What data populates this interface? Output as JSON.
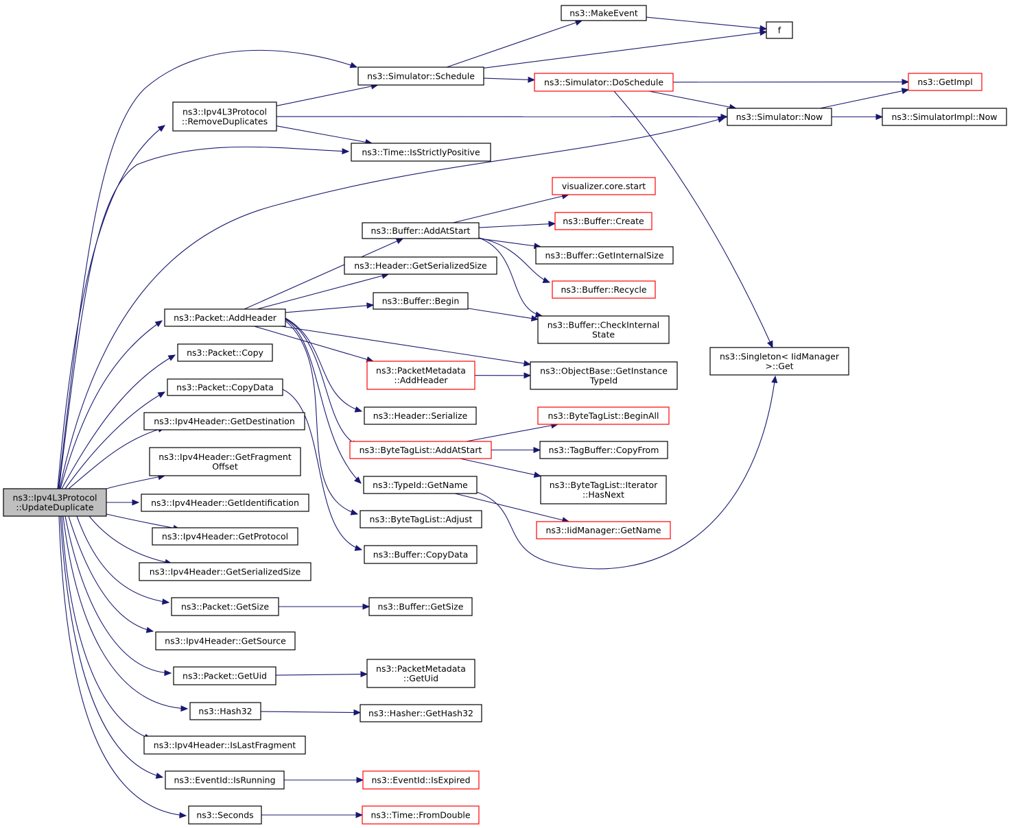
{
  "colors": {
    "edge": "#191970",
    "documented_border": "#000000",
    "undocumented_border": "#ff0000",
    "root_fill": "#bfbfbf",
    "node_fill": "#ffffff",
    "text": "#000000"
  },
  "nodes": {
    "root": {
      "lines": [
        "ns3::Ipv4L3Protocol",
        "::UpdateDuplicate"
      ],
      "kind": "root"
    },
    "makeEvent": {
      "lines": [
        "ns3::MakeEvent"
      ],
      "kind": "normal"
    },
    "f": {
      "lines": [
        "f"
      ],
      "kind": "normal"
    },
    "schedule": {
      "lines": [
        "ns3::Simulator::Schedule"
      ],
      "kind": "normal"
    },
    "doSchedule": {
      "lines": [
        "ns3::Simulator::DoSchedule"
      ],
      "kind": "red"
    },
    "getImpl": {
      "lines": [
        "ns3::GetImpl"
      ],
      "kind": "red"
    },
    "removeDup": {
      "lines": [
        "ns3::Ipv4L3Protocol",
        "::RemoveDuplicates"
      ],
      "kind": "normal"
    },
    "simNow": {
      "lines": [
        "ns3::Simulator::Now"
      ],
      "kind": "normal"
    },
    "implNow": {
      "lines": [
        "ns3::SimulatorImpl::Now"
      ],
      "kind": "normal"
    },
    "strictPos": {
      "lines": [
        "ns3::Time::IsStrictlyPositive"
      ],
      "kind": "normal"
    },
    "vizStart": {
      "lines": [
        "visualizer.core.start"
      ],
      "kind": "red"
    },
    "bufCreate": {
      "lines": [
        "ns3::Buffer::Create"
      ],
      "kind": "red"
    },
    "bufAddAtStart": {
      "lines": [
        "ns3::Buffer::AddAtStart"
      ],
      "kind": "normal"
    },
    "bufInternalSize": {
      "lines": [
        "ns3::Buffer::GetInternalSize"
      ],
      "kind": "normal"
    },
    "hdrSerSize": {
      "lines": [
        "ns3::Header::GetSerializedSize"
      ],
      "kind": "normal"
    },
    "bufRecycle": {
      "lines": [
        "ns3::Buffer::Recycle"
      ],
      "kind": "red"
    },
    "bufBegin": {
      "lines": [
        "ns3::Buffer::Begin"
      ],
      "kind": "normal"
    },
    "pktAddHeader": {
      "lines": [
        "ns3::Packet::AddHeader"
      ],
      "kind": "normal"
    },
    "bufCheck": {
      "lines": [
        "ns3::Buffer::CheckInternal",
        "State"
      ],
      "kind": "normal"
    },
    "singleton": {
      "lines": [
        "ns3::Singleton< IidManager",
        ">::Get"
      ],
      "kind": "normal"
    },
    "pktCopy": {
      "lines": [
        "ns3::Packet::Copy"
      ],
      "kind": "normal"
    },
    "pmAddHeader": {
      "lines": [
        "ns3::PacketMetadata",
        "::AddHeader"
      ],
      "kind": "red"
    },
    "objTypeId": {
      "lines": [
        "ns3::ObjectBase::GetInstance",
        "TypeId"
      ],
      "kind": "normal"
    },
    "pktCopyData": {
      "lines": [
        "ns3::Packet::CopyData"
      ],
      "kind": "normal"
    },
    "hdrSerialize": {
      "lines": [
        "ns3::Header::Serialize"
      ],
      "kind": "normal"
    },
    "btlBeginAll": {
      "lines": [
        "ns3::ByteTagList::BeginAll"
      ],
      "kind": "red"
    },
    "getDest": {
      "lines": [
        "ns3::Ipv4Header::GetDestination"
      ],
      "kind": "normal"
    },
    "btlAddAtStart": {
      "lines": [
        "ns3::ByteTagList::AddAtStart"
      ],
      "kind": "red"
    },
    "tagCopyFrom": {
      "lines": [
        "ns3::TagBuffer::CopyFrom"
      ],
      "kind": "normal"
    },
    "getFragOff": {
      "lines": [
        "ns3::Ipv4Header::GetFragment",
        "Offset"
      ],
      "kind": "normal"
    },
    "typeIdName": {
      "lines": [
        "ns3::TypeId::GetName"
      ],
      "kind": "normal"
    },
    "btlHasNext": {
      "lines": [
        "ns3::ByteTagList::Iterator",
        "::HasNext"
      ],
      "kind": "normal"
    },
    "getIdent": {
      "lines": [
        "ns3::Ipv4Header::GetIdentification"
      ],
      "kind": "normal"
    },
    "btlAdjust": {
      "lines": [
        "ns3::ByteTagList::Adjust"
      ],
      "kind": "normal"
    },
    "iidName": {
      "lines": [
        "ns3::IidManager::GetName"
      ],
      "kind": "red"
    },
    "getProto": {
      "lines": [
        "ns3::Ipv4Header::GetProtocol"
      ],
      "kind": "normal"
    },
    "bufCopyData": {
      "lines": [
        "ns3::Buffer::CopyData"
      ],
      "kind": "normal"
    },
    "ipSerSize": {
      "lines": [
        "ns3::Ipv4Header::GetSerializedSize"
      ],
      "kind": "normal"
    },
    "pktGetSize": {
      "lines": [
        "ns3::Packet::GetSize"
      ],
      "kind": "normal"
    },
    "bufGetSize": {
      "lines": [
        "ns3::Buffer::GetSize"
      ],
      "kind": "normal"
    },
    "getSource": {
      "lines": [
        "ns3::Ipv4Header::GetSource"
      ],
      "kind": "normal"
    },
    "pktGetUid": {
      "lines": [
        "ns3::Packet::GetUid"
      ],
      "kind": "normal"
    },
    "pmGetUid": {
      "lines": [
        "ns3::PacketMetadata",
        "::GetUid"
      ],
      "kind": "normal"
    },
    "hash32": {
      "lines": [
        "ns3::Hash32"
      ],
      "kind": "normal"
    },
    "hasherHash": {
      "lines": [
        "ns3::Hasher::GetHash32"
      ],
      "kind": "normal"
    },
    "isLastFrag": {
      "lines": [
        "ns3::Ipv4Header::IsLastFragment"
      ],
      "kind": "normal"
    },
    "evRunning": {
      "lines": [
        "ns3::EventId::IsRunning"
      ],
      "kind": "normal"
    },
    "evExpired": {
      "lines": [
        "ns3::EventId::IsExpired"
      ],
      "kind": "red"
    },
    "seconds": {
      "lines": [
        "ns3::Seconds"
      ],
      "kind": "normal"
    },
    "fromDouble": {
      "lines": [
        "ns3::Time::FromDouble"
      ],
      "kind": "red"
    }
  },
  "edges": [
    [
      "root",
      "schedule"
    ],
    [
      "root",
      "removeDup"
    ],
    [
      "root",
      "strictPos"
    ],
    [
      "root",
      "simNow"
    ],
    [
      "root",
      "pktAddHeader"
    ],
    [
      "root",
      "pktCopy"
    ],
    [
      "root",
      "pktCopyData"
    ],
    [
      "root",
      "getDest"
    ],
    [
      "root",
      "getFragOff"
    ],
    [
      "root",
      "getIdent"
    ],
    [
      "root",
      "getProto"
    ],
    [
      "root",
      "ipSerSize"
    ],
    [
      "root",
      "pktGetSize"
    ],
    [
      "root",
      "getSource"
    ],
    [
      "root",
      "pktGetUid"
    ],
    [
      "root",
      "hash32"
    ],
    [
      "root",
      "isLastFrag"
    ],
    [
      "root",
      "evRunning"
    ],
    [
      "root",
      "seconds"
    ],
    [
      "schedule",
      "makeEvent"
    ],
    [
      "schedule",
      "f"
    ],
    [
      "schedule",
      "doSchedule"
    ],
    [
      "makeEvent",
      "f"
    ],
    [
      "doSchedule",
      "getImpl"
    ],
    [
      "doSchedule",
      "simNow"
    ],
    [
      "doSchedule",
      "singleton"
    ],
    [
      "removeDup",
      "schedule"
    ],
    [
      "removeDup",
      "simNow"
    ],
    [
      "removeDup",
      "strictPos"
    ],
    [
      "simNow",
      "getImpl"
    ],
    [
      "simNow",
      "implNow"
    ],
    [
      "pktAddHeader",
      "bufAddAtStart"
    ],
    [
      "pktAddHeader",
      "hdrSerSize"
    ],
    [
      "pktAddHeader",
      "bufBegin"
    ],
    [
      "pktAddHeader",
      "objTypeId"
    ],
    [
      "pktAddHeader",
      "pmAddHeader"
    ],
    [
      "pktAddHeader",
      "hdrSerialize"
    ],
    [
      "pktAddHeader",
      "btlAddAtStart"
    ],
    [
      "pktAddHeader",
      "typeIdName"
    ],
    [
      "pktAddHeader",
      "btlAdjust"
    ],
    [
      "bufAddAtStart",
      "vizStart"
    ],
    [
      "bufAddAtStart",
      "bufCreate"
    ],
    [
      "bufAddAtStart",
      "bufInternalSize"
    ],
    [
      "bufAddAtStart",
      "bufRecycle"
    ],
    [
      "bufAddAtStart",
      "bufCheck"
    ],
    [
      "bufBegin",
      "bufCheck"
    ],
    [
      "pmAddHeader",
      "objTypeId"
    ],
    [
      "btlAddAtStart",
      "btlBeginAll"
    ],
    [
      "btlAddAtStart",
      "tagCopyFrom"
    ],
    [
      "btlAddAtStart",
      "btlHasNext"
    ],
    [
      "typeIdName",
      "iidName"
    ],
    [
      "typeIdName",
      "singleton"
    ],
    [
      "pktCopyData",
      "bufCopyData"
    ],
    [
      "pktGetSize",
      "bufGetSize"
    ],
    [
      "pktGetUid",
      "pmGetUid"
    ],
    [
      "hash32",
      "hasherHash"
    ],
    [
      "evRunning",
      "evExpired"
    ],
    [
      "seconds",
      "fromDouble"
    ]
  ]
}
